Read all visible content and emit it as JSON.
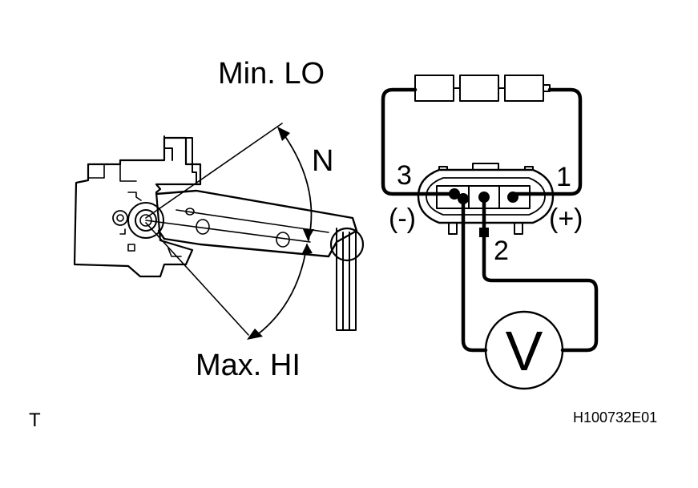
{
  "labels": {
    "min_lo": "Min. LO",
    "n": "N",
    "max_hi": "Max. HI",
    "terminal_3": "3",
    "terminal_1": "1",
    "terminal_2": "2",
    "minus": "(-)",
    "plus": "(+)",
    "voltmeter": "V",
    "corner_mark": "T",
    "figure_code": "H100732E01"
  },
  "colors": {
    "line": "#000000",
    "background": "#ffffff"
  }
}
